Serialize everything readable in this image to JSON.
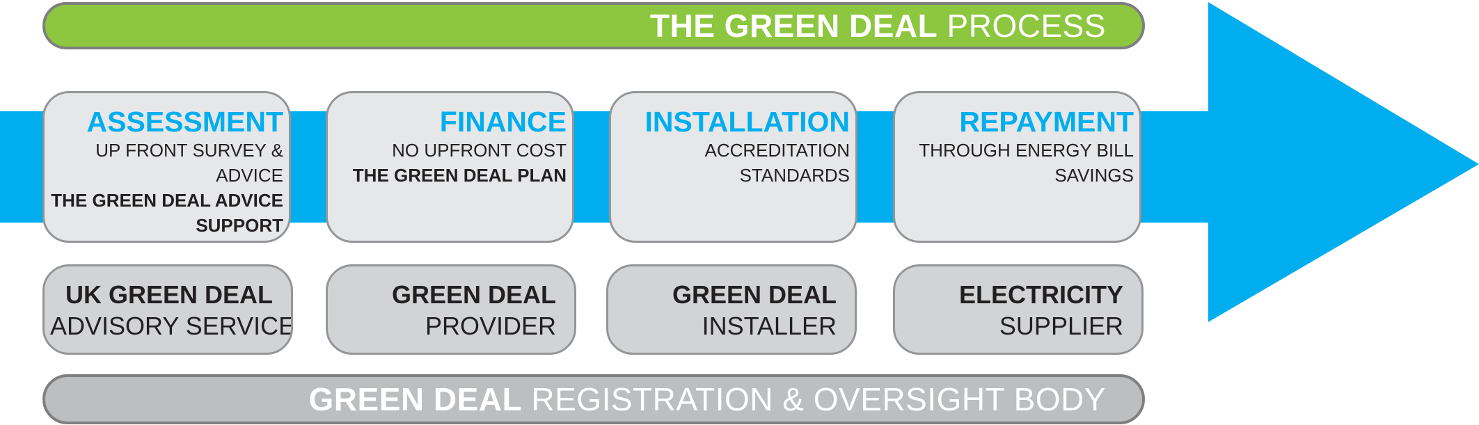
{
  "title": {
    "bold": "THE GREEN DEAL",
    "regular": " PROCESS"
  },
  "stages": [
    {
      "title": "ASSESSMENT",
      "sub": "UP FRONT SURVEY & ADVICE",
      "bold": "THE GREEN DEAL ADVICE SUPPORT"
    },
    {
      "title": "FINANCE",
      "sub": "NO UPFRONT COST",
      "bold": "THE GREEN DEAL PLAN"
    },
    {
      "title": "INSTALLATION",
      "sub": "ACCREDITATION STANDARDS",
      "bold": ""
    },
    {
      "title": "REPAYMENT",
      "sub": "THROUGH ENERGY BILL SAVINGS",
      "bold": ""
    }
  ],
  "roles": [
    {
      "line1": "UK GREEN DEAL",
      "line2": "ADVISORY SERVICE"
    },
    {
      "line1": "GREEN DEAL",
      "line2": "PROVIDER"
    },
    {
      "line1": "GREEN DEAL",
      "line2": "INSTALLER"
    },
    {
      "line1": "ELECTRICITY",
      "line2": "SUPPLIER"
    }
  ],
  "footer": {
    "bold": "GREEN DEAL",
    "regular": " REGISTRATION & OVERSIGHT BODY"
  },
  "colors": {
    "green": "#8dc63f",
    "blue": "#00aeef",
    "grey_light": "#e6e7e8",
    "grey_mid": "#d1d3d4",
    "grey_bar": "#bcbec0"
  }
}
